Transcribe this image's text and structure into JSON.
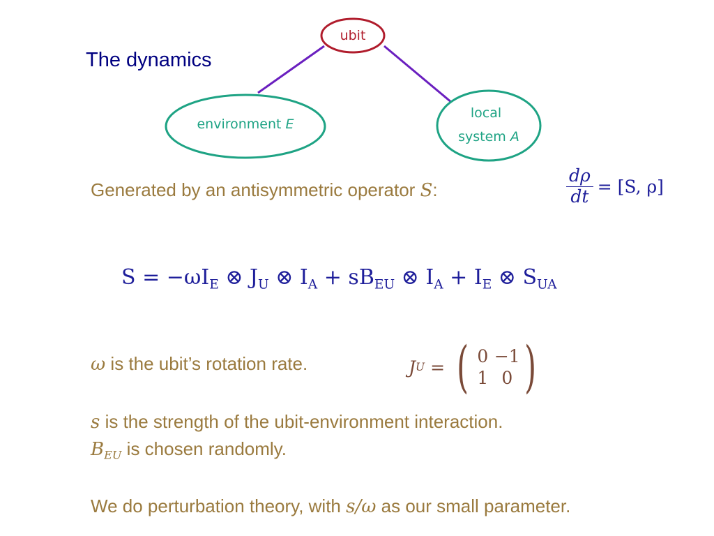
{
  "title": "The dynamics",
  "diagram": {
    "ubit": "ubit",
    "environment_text": "environment ",
    "environment_var": "E",
    "local_line1": "local",
    "local_line2_text": "system ",
    "local_var": "A"
  },
  "generated": {
    "text": "Generated by an antisymmetric operator ",
    "op": "S",
    "colon": ":"
  },
  "eq1": {
    "num": "dρ",
    "den": "dt",
    "rhs": "= [S, ρ]"
  },
  "eq2": {
    "lhs": "S = −ωI",
    "sub_E1": "E",
    "t1": " ⊗ J",
    "sub_U": "U",
    "t2": " ⊗ I",
    "sub_A1": "A",
    "t3": " + sB",
    "sub_EU": "EU",
    "t4": " ⊗ I",
    "sub_A2": "A",
    "t5": " + I",
    "sub_E2": "E",
    "t6": " ⊗ S",
    "sub_UA": "UA"
  },
  "omega_line": {
    "symbol": "ω",
    "text": " is the ubit’s rotation rate."
  },
  "ju": {
    "name": "J",
    "sub": "U",
    "eq": "=",
    "m11": "0",
    "m12": "−1",
    "m21": "1",
    "m22": "0"
  },
  "s_line": {
    "symbol": "s",
    "text": " is the strength of the ubit-environment interaction."
  },
  "b_line": {
    "symbol": "B",
    "sub": "EU",
    "text": " is chosen randomly."
  },
  "pert_line": {
    "text1": "We do perturbation theory, with ",
    "param": "s/ω",
    "text2": " as our small parameter."
  },
  "colors": {
    "title": "#000080",
    "body_text": "#9a7a3e",
    "equation": "#1e1e9a",
    "ubit_ring": "#b01c2c",
    "node_ring": "#1ea384",
    "edge": "#6a1fbf"
  }
}
